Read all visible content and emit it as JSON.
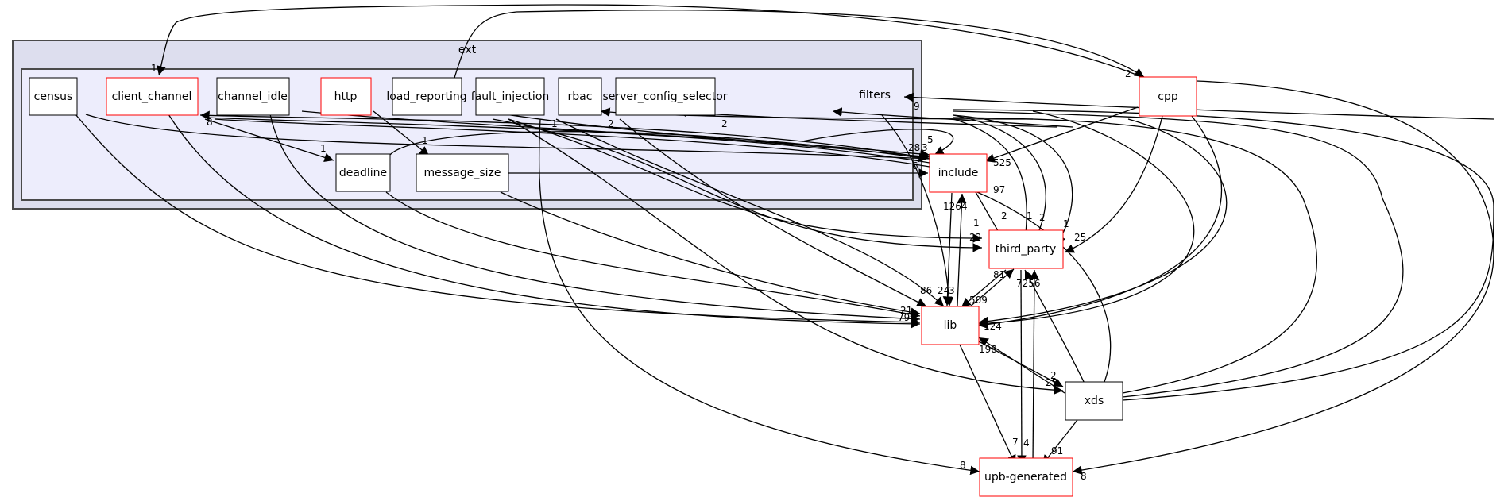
{
  "diagram": {
    "type": "directory-dependency-graph",
    "clusters": [
      {
        "id": "ext",
        "label": "ext",
        "fill": "#dddeee",
        "stroke": "#4a4a4a"
      },
      {
        "id": "filters",
        "label": "filters",
        "fill": "#ededfc",
        "stroke": "#4a4a4a"
      }
    ],
    "nodes": {
      "census": {
        "label": "census",
        "border": "#000000",
        "cluster": "filters"
      },
      "client_channel": {
        "label": "client_channel",
        "border": "#ff0000",
        "cluster": "filters"
      },
      "channel_idle": {
        "label": "channel_idle",
        "border": "#000000",
        "cluster": "filters"
      },
      "http": {
        "label": "http",
        "border": "#ff0000",
        "cluster": "filters"
      },
      "load_reporting": {
        "label": "load_reporting",
        "border": "#000000",
        "cluster": "filters"
      },
      "fault_injection": {
        "label": "fault_injection",
        "border": "#000000",
        "cluster": "filters"
      },
      "rbac": {
        "label": "rbac",
        "border": "#000000",
        "cluster": "filters"
      },
      "server_config_selector": {
        "label": "server_config_selector",
        "border": "#000000",
        "cluster": "filters"
      },
      "deadline": {
        "label": "deadline",
        "border": "#000000",
        "cluster": "filters"
      },
      "message_size": {
        "label": "message_size",
        "border": "#000000",
        "cluster": "filters"
      },
      "cpp": {
        "label": "cpp",
        "border": "#ff0000"
      },
      "include": {
        "label": "include",
        "border": "#ff0000"
      },
      "third_party": {
        "label": "third_party",
        "border": "#ff0000"
      },
      "lib": {
        "label": "lib",
        "border": "#ff0000"
      },
      "xds": {
        "label": "xds",
        "border": "#000000"
      },
      "upb_generated": {
        "label": "upb-generated",
        "border": "#ff0000"
      }
    },
    "edge_labels": {
      "to_client_channel_top": "1",
      "to_cpp": "2",
      "client_channel_in": "8",
      "to_deadline": "1",
      "to_message_size": "1",
      "to_fault_injection": "1",
      "to_rbac": "2",
      "to_server_config_selector": "2",
      "to_filters": "9",
      "include_a": "28",
      "include_b": "3",
      "include_c": "5",
      "message_size_to_include": "6",
      "cpp_to_include": "525",
      "xds_to_include": "97",
      "include_to_lib": "1264",
      "include_to_third_party": "2",
      "tp_in_1": "1",
      "tp_in_2": "2",
      "tp_in_3": "1",
      "tp_in_4": "1",
      "tp_in_left": "22",
      "cpp_to_third_party": "25",
      "lib_to_third_party": "81",
      "third_party_to_lib": "509",
      "tp_out_7": "7",
      "tp_out_4": "4",
      "tp_pair": "7256",
      "lib_in_86": "86",
      "lib_in_24": "24",
      "lib_in_3": "3",
      "lib_left_a": "21",
      "lib_left_b": "79",
      "lib_right": "124",
      "xds_to_lib": "198",
      "lib_to_xds_a": "2",
      "lib_to_xds_b": "25",
      "to_upb_left": "8",
      "to_upb_7": "7",
      "to_upb_4": "4",
      "xds_to_upb": "91",
      "cpp_to_upb": "8"
    }
  }
}
